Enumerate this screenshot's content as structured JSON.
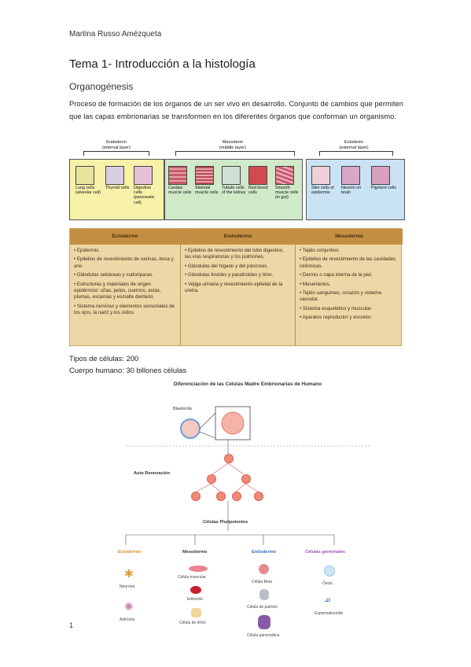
{
  "header": {
    "author": "Martina Russo Amézqueta"
  },
  "doc": {
    "title": "Tema 1- Introducción a la histología",
    "section": "Organogénesis",
    "paragraph": "Proceso de formación de los órganos de un ser vivo en desarrollo. Conjunto de cambios que permiten que las capas embrionarias se transformen en los diferentes órganos que conforman un organismo.",
    "stat1": "Tipos de células: 200",
    "stat2": "Cuerpo humano: 30 billones células"
  },
  "germ_figure": {
    "endoderm_label": "Endoderm",
    "endoderm_sub": "(internal layer)",
    "mesoderm_label": "Mesoderm",
    "mesoderm_sub": "(middle layer)",
    "ectoderm_label": "Ectoderm",
    "ectoderm_sub": "(external layer)",
    "endo_cells": [
      "Lung cells (alveolar cell)",
      "Thyroid cells",
      "Digestive cells (pancreatic cell)"
    ],
    "meso_cells": [
      "Cardiac muscle cells",
      "Skeletal muscle cells",
      "Tubule cells of the kidney",
      "Red blood cells",
      "Smooth muscle cells (in gut)"
    ],
    "ecto_cells": [
      "Skin cells of epidermis",
      "Neuron on brain",
      "Pigment cells"
    ]
  },
  "layer_table": {
    "headers": [
      "Ectodermo",
      "Endodermo",
      "Mesodermo"
    ],
    "ectodermo": [
      "• Epidermis.",
      "• Epitelios de revestimiento de narinas, boca y ano.",
      "• Glándulas sebáceas y sudoríparas.",
      "• Estructuras y materiales de origen epidérmico: uñas, pelos, cuernos, astas, plumas, escamas y esmalte dentario.",
      "• Sistema nervioso y elementos sensoriales de los ojos, la nariz y los oídos."
    ],
    "endodermo": [
      "• Epitelios de revestimiento del tubo digestivo, las vías respiratorias y los pulmones.",
      "• Glándulas del hígado y del páncreas.",
      "• Glándulas tiroides y paratiroides y timo.",
      "• Vejiga urinaria y revestimiento epitelial de la uretra."
    ],
    "mesodermo": [
      "• Tejido conjuntivo.",
      "• Epitelios de revestimiento de las cavidades celómicas.",
      "• Dermis o capa interna de la piel.",
      "• Mesenterios.",
      "• Tejido sanguíneo, corazón y sistema vascular.",
      "• Sistema esquelético y muscular.",
      "• Aparatos reproductor y excretor."
    ]
  },
  "stem_diagram": {
    "title": "Diferenciación de las Células Madre Embrionarias de Humano",
    "blastocyst": "Blastocito",
    "self_renewal": "Auto Renovación",
    "pluripotent": "Células Pluripotentes",
    "layers": [
      {
        "name": "Ectodermo",
        "color": "#e08a25",
        "cells": [
          "Neurona",
          "Astrocito"
        ]
      },
      {
        "name": "Mesodermo",
        "color": "#333333",
        "cells": [
          "Célula muscular",
          "Eritrocito",
          "Célula de riñón"
        ]
      },
      {
        "name": "Endodermo",
        "color": "#3a6fb0",
        "cells": [
          "Célula Beta",
          "Célula de pulmón",
          "Célula pancreática"
        ]
      },
      {
        "name": "Células germinales",
        "color": "#9a4fb5",
        "cells": [
          "Óvulo",
          "Espermatozoide"
        ]
      }
    ]
  },
  "footer": {
    "page": "1"
  }
}
